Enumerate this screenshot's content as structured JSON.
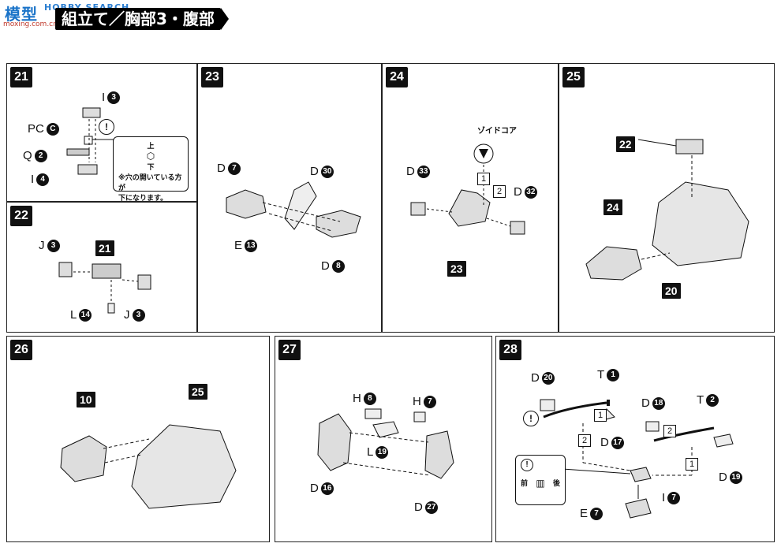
{
  "header": {
    "logo_text": "模型",
    "logo_sub": "moxing.com.cn",
    "brand": "HOBBY SEARCH",
    "title": "組立て／胸部3・腹部"
  },
  "panels": {
    "p21": {
      "step": "21",
      "l1": "I",
      "n1": "3",
      "l2": "PC",
      "n2": "C",
      "l3": "Q",
      "n3": "2",
      "l4": "I",
      "n4": "4",
      "note_top": "上",
      "note_bot": "下",
      "note_text1": "※穴の開いている方が",
      "note_text2": "下になります。",
      "alert": "!"
    },
    "p22": {
      "step": "22",
      "l1": "J",
      "n1": "3",
      "ref": "21",
      "l2": "L",
      "n2": "14",
      "l3": "J",
      "n3": "3"
    },
    "p23": {
      "step": "23",
      "l1": "D",
      "n1": "7",
      "l2": "D",
      "n2": "30",
      "l3": "E",
      "n3": "13",
      "l4": "D",
      "n4": "8"
    },
    "p24": {
      "step": "24",
      "core": "ゾイドコア",
      "l1": "D",
      "n1": "33",
      "l2": "D",
      "n2": "32",
      "ref": "23",
      "s1": "1",
      "s2": "2"
    },
    "p25": {
      "step": "25",
      "ref1": "22",
      "ref2": "24",
      "ref3": "20"
    },
    "p26": {
      "step": "26",
      "ref1": "10",
      "ref2": "25"
    },
    "p27": {
      "step": "27",
      "l1": "H",
      "n1": "8",
      "l2": "H",
      "n2": "7",
      "l3": "L",
      "n3": "19",
      "l4": "D",
      "n4": "16",
      "l5": "D",
      "n5": "27"
    },
    "p28": {
      "step": "28",
      "l1": "D",
      "n1": "20",
      "l2": "T",
      "n2": "1",
      "l3": "D",
      "n3": "18",
      "l4": "T",
      "n4": "2",
      "l5": "D",
      "n5": "17",
      "l6": "D",
      "n6": "19",
      "l7": "I",
      "n7": "7",
      "l8": "E",
      "n8": "7",
      "s1": "1",
      "s2": "2",
      "s3": "2",
      "s4": "1",
      "front": "前",
      "back": "後",
      "alert": "!"
    }
  }
}
